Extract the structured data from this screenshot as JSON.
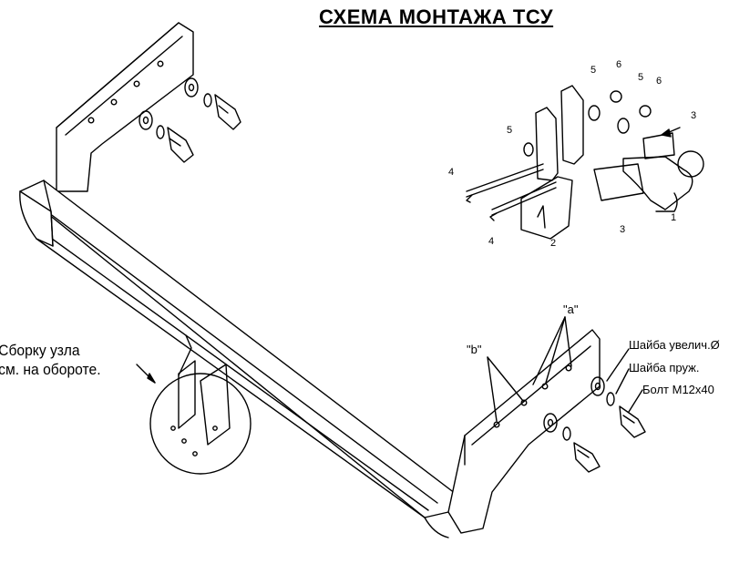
{
  "title": "СХЕМА МОНТАЖА ТСУ",
  "assembly_note": {
    "line1": "Сборку узла",
    "line2": "см. на обороте."
  },
  "part_numbers": {
    "p1": "1",
    "p2": "2",
    "p3a": "3",
    "p3b": "3",
    "p4a": "4",
    "p4b": "4",
    "p5a": "5",
    "p5b": "5",
    "p5c": "5",
    "p6a": "6",
    "p6b": "6"
  },
  "hole_labels": {
    "a": "\"a\"",
    "b": "\"b\""
  },
  "callouts": {
    "washer_large": "Шайба увелич.Ø",
    "washer_spring": "Шайба пруж.",
    "bolt": "Болт М12х40"
  },
  "colors": {
    "line": "#000000",
    "background": "#ffffff"
  }
}
